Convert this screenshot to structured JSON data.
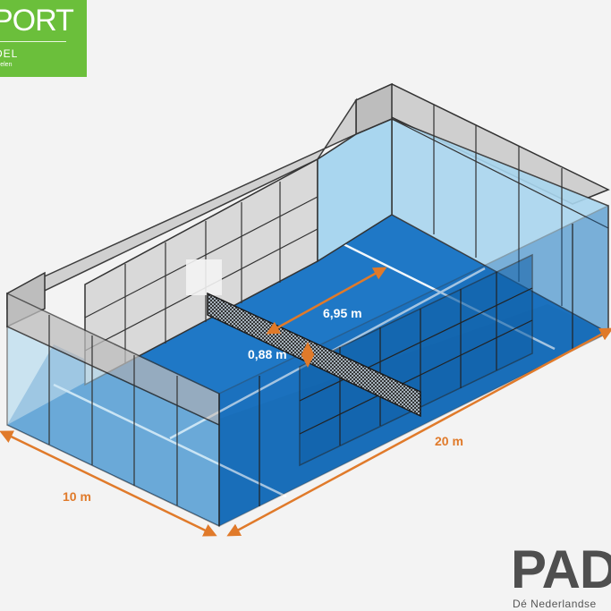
{
  "header_logo": {
    "word": "PORT",
    "sub": "DEL",
    "tag": "erelen",
    "bg_color": "#6bbf3b"
  },
  "footer_brand": {
    "word": "PAD",
    "tagline": "Dé Nederlandse"
  },
  "dimensions": {
    "length": "20 m",
    "width": "10 m",
    "service_line": "6,95 m",
    "net_height": "0,88 m"
  },
  "colors": {
    "court_floor": "#1f78c6",
    "glass": "#a9d6ef",
    "mesh_wall": "#d4d4d4",
    "court_lines": "#ffffff",
    "dimension_arrows": "#e07a2a",
    "net": "#1c1c1c"
  }
}
